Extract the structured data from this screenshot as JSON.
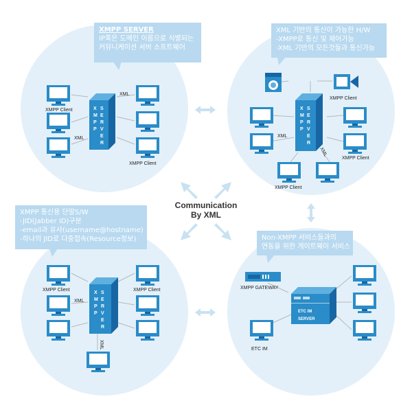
{
  "colors": {
    "circle": "#e3f0f9",
    "blue": "#2a8cc8",
    "dark_blue": "#1766a3",
    "server_light": "#5fb0e0",
    "bubble": "#b8d9ef",
    "arrow_big": "#c9e2f2",
    "connector": "#b7b7b7"
  },
  "center": {
    "line1": "Communication",
    "line2": "By XML"
  },
  "panels": {
    "top_left": {
      "bubble_title": "XMPP SERVER",
      "bubble_lines": [
        "IP혹은 도메인 이름으로 식별되는",
        "커뮤니케이션 서버 소프트웨어"
      ],
      "server_text": "XMPP SERVER",
      "labels": {
        "client_a": "XMPP Client",
        "client_b": "XMPP Client",
        "xml_a": "XML",
        "xml_b": "XML"
      }
    },
    "top_right": {
      "bubble_lines": [
        "XML 기반의 통신이 가능한 H/W",
        "-XMPP로 통신 및 제어가능",
        "-XML 기반의 모든것들과 통신가능"
      ],
      "server_text": "XMPP SERVER",
      "labels": {
        "client_a": "XMPP Client",
        "client_b": "XMPP Client",
        "client_c": "XMPP Client",
        "xml_a": "XML",
        "xml_b": "XML"
      }
    },
    "bottom_left": {
      "bubble_lines": [
        "XMPP 통신용 단말S/W",
        "-JID(Jabber ID)구분",
        "-email과 유사(username@hostname)",
        "-하나의 JID로 다중접속(Resource정보)"
      ],
      "server_text": "XMPP SERVER",
      "labels": {
        "client_a": "XMPP Client",
        "client_b": "XMPP Client",
        "xml_a": "XML",
        "xml_b": "XML"
      }
    },
    "bottom_right": {
      "bubble_lines": [
        "Non-XMPP 서비스들과의",
        "연동을 위한 게이트웨이 서비스"
      ],
      "gateway_label": "XMPP GATEWAY",
      "etc_label": "ETC IM",
      "server_top": "ETC IM",
      "server_bottom": "SERVER"
    }
  }
}
